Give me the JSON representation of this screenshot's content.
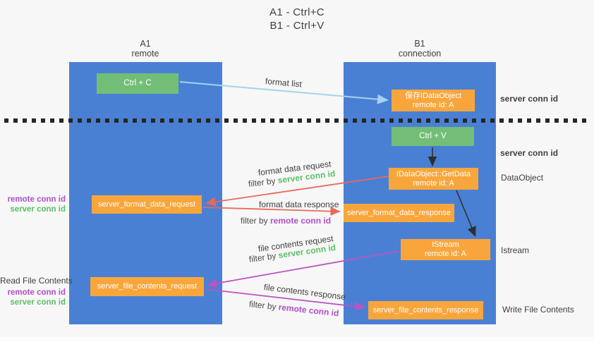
{
  "title": {
    "line1": "A1 - Ctrl+C",
    "line2": "B1 - Ctrl+V"
  },
  "columns": {
    "left": {
      "id": "A1",
      "role": "remote"
    },
    "right": {
      "id": "B1",
      "role": "connection"
    }
  },
  "nodes": {
    "ctrl_c": "Ctrl + C",
    "ctrl_v": "Ctrl + V",
    "save_idataobject": {
      "line1": "保存IDataObject",
      "line2": "remote id: A"
    },
    "getdata": {
      "line1": "IDataObject::GetData",
      "line2": "remote id: A"
    },
    "istream": {
      "line1": "IStream",
      "line2": "remote id: A"
    },
    "server_format_data_request": "server_format_data_request",
    "server_format_data_response": "server_format_data_response",
    "server_file_contents_request": "server_file_contents_request",
    "server_file_contents_response": "server_file_contents_response"
  },
  "labels": {
    "format_list": "format list",
    "server_conn_id_top": "server conn id",
    "server_conn_id_mid": "server conn id",
    "dataobject": "DataObject",
    "istream_side": "Istream",
    "format_data_request": "format data request",
    "filter_by_1": "filter by ",
    "filter_server_1": "server conn id",
    "format_data_response": "format data response",
    "filter_by_2": "filter by ",
    "filter_remote_2": "remote conn id",
    "left_remote_conn_1": "remote conn id",
    "left_server_conn_1": "server conn id",
    "file_contents_request": "file contents request",
    "filter_by_3": "filter by ",
    "filter_server_3": "server conn id",
    "read_file_contents": "Read File Contents",
    "left_remote_conn_2": "remote conn id",
    "left_server_conn_2": "server conn id",
    "file_contents_response": "file contents response",
    "filter_by_4": "filter by ",
    "filter_remote_4": "remote conn id",
    "write_file_contents": "Write File Contents"
  },
  "colors": {
    "background": "#f7f7f7",
    "column_blue": "#4a80d4",
    "box_green": "#72be76",
    "box_orange": "#f8a63c",
    "text_green": "#5cbf63",
    "text_purple": "#ae4fc9",
    "text_dark": "#3f3f3f",
    "arrow_lightblue": "#a6d1ee",
    "arrow_salmon": "#e8695c",
    "arrow_magenta": "#bd53c3",
    "arrow_black": "#2f2f2f",
    "dashed_line": "#262626"
  }
}
